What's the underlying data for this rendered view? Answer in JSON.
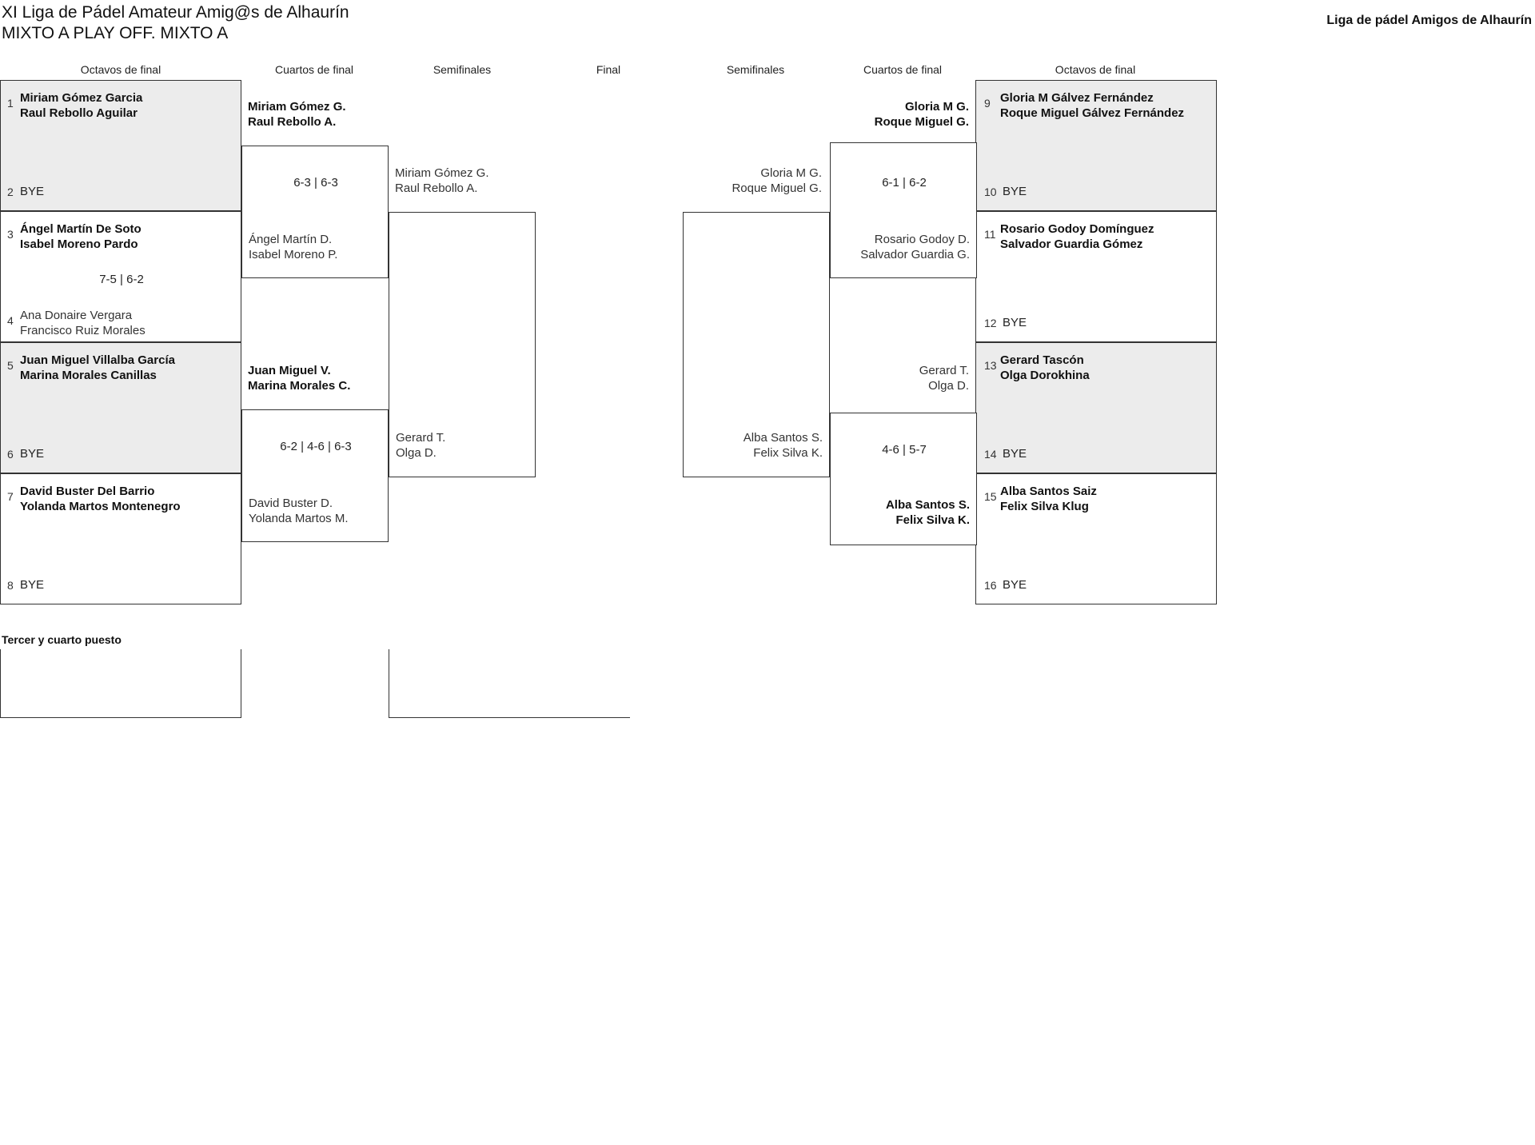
{
  "header": {
    "title_line1": "XI Liga de Pádel Amateur Amig@s de Alhaurín",
    "title_line2": "MIXTO A PLAY OFF. MIXTO A",
    "brand": "Liga de pádel Amigos de Alhaurín"
  },
  "round_labels": {
    "left_r16": "Octavos de final",
    "left_qf": "Cuartos de final",
    "left_sf": "Semifinales",
    "final": "Final",
    "right_sf": "Semifinales",
    "right_qf": "Cuartos de final",
    "right_r16": "Octavos de final"
  },
  "third_place_label": "Tercer y cuarto puesto",
  "bye_text": "BYE",
  "colors": {
    "shade": "#ececec",
    "line": "#333333",
    "text": "#111111"
  },
  "left": {
    "r16": [
      {
        "seed": "1",
        "p1": "Miriam Gómez Garcia",
        "p2": "Raul Rebollo Aguilar",
        "bye": false,
        "bold": true,
        "shaded": true
      },
      {
        "seed": "2",
        "p1": "BYE",
        "p2": "",
        "bye": true,
        "bold": false,
        "shaded": true
      },
      {
        "seed": "3",
        "p1": "Ángel Martín De Soto",
        "p2": "Isabel Moreno Pardo",
        "bye": false,
        "bold": true,
        "shaded": false
      },
      {
        "seed": "4",
        "p1": "Ana Donaire Vergara",
        "p2": "Francisco Ruiz Morales",
        "bye": false,
        "bold": false,
        "shaded": false
      },
      {
        "seed": "5",
        "p1": "Juan Miguel Villalba García",
        "p2": "Marina Morales Canillas",
        "bye": false,
        "bold": true,
        "shaded": true
      },
      {
        "seed": "6",
        "p1": "BYE",
        "p2": "",
        "bye": true,
        "bold": false,
        "shaded": true
      },
      {
        "seed": "7",
        "p1": "David Buster Del Barrio",
        "p2": "Yolanda Martos Montenegro",
        "bye": false,
        "bold": true,
        "shaded": false
      },
      {
        "seed": "8",
        "p1": "BYE",
        "p2": "",
        "bye": true,
        "bold": false,
        "shaded": false
      }
    ],
    "r16_scores": [
      "",
      "7-5 | 6-2",
      "",
      ""
    ],
    "qf": [
      {
        "p1": "Miriam Gómez G.",
        "p2": "Raul Rebollo A.",
        "bold": true
      },
      {
        "p1": "Ángel Martín D.",
        "p2": "Isabel Moreno P.",
        "bold": false
      },
      {
        "p1": "Juan Miguel V.",
        "p2": "Marina Morales C.",
        "bold": true
      },
      {
        "p1": "David Buster D.",
        "p2": "Yolanda Martos M.",
        "bold": false
      }
    ],
    "qf_scores": [
      "6-3 | 6-3",
      "6-2 | 4-6 | 6-3"
    ],
    "sf": [
      {
        "p1": "Miriam Gómez G.",
        "p2": "Raul Rebollo A.",
        "bold": false
      },
      {
        "p1": "Gerard T.",
        "p2": "Olga D.",
        "bold": false
      }
    ]
  },
  "right": {
    "r16": [
      {
        "seed": "9",
        "p1": "Gloria M Gálvez Fernández",
        "p2": "Roque Miguel Gálvez Fernández",
        "bye": false,
        "bold": true,
        "shaded": true
      },
      {
        "seed": "10",
        "p1": "BYE",
        "p2": "",
        "bye": true,
        "bold": false,
        "shaded": true
      },
      {
        "seed": "11",
        "p1": "Rosario Godoy Domínguez",
        "p2": "Salvador Guardia Gómez",
        "bye": false,
        "bold": true,
        "shaded": false
      },
      {
        "seed": "12",
        "p1": "BYE",
        "p2": "",
        "bye": true,
        "bold": false,
        "shaded": false
      },
      {
        "seed": "13",
        "p1": "Gerard Tascón",
        "p2": "Olga Dorokhina",
        "bye": false,
        "bold": true,
        "shaded": true
      },
      {
        "seed": "14",
        "p1": "BYE",
        "p2": "",
        "bye": true,
        "bold": false,
        "shaded": true
      },
      {
        "seed": "15",
        "p1": "Alba Santos Saiz",
        "p2": "Felix Silva Klug",
        "bye": false,
        "bold": true,
        "shaded": false
      },
      {
        "seed": "16",
        "p1": "BYE",
        "p2": "",
        "bye": true,
        "bold": false,
        "shaded": false
      }
    ],
    "qf": [
      {
        "p1": "Gloria M G.",
        "p2": "Roque Miguel G.",
        "bold": true
      },
      {
        "p1": "Rosario Godoy D.",
        "p2": "Salvador Guardia G.",
        "bold": false
      },
      {
        "p1": "Gerard T.",
        "p2": "Olga D.",
        "bold": false
      },
      {
        "p1": "Alba Santos S.",
        "p2": "Felix Silva K.",
        "bold": true
      }
    ],
    "qf_scores": [
      "6-1 | 6-2",
      "4-6 | 5-7"
    ],
    "sf": [
      {
        "p1": "Gloria M G.",
        "p2": "Roque Miguel G.",
        "bold": false
      },
      {
        "p1": "Alba Santos S.",
        "p2": "Felix Silva K.",
        "bold": false
      }
    ]
  }
}
